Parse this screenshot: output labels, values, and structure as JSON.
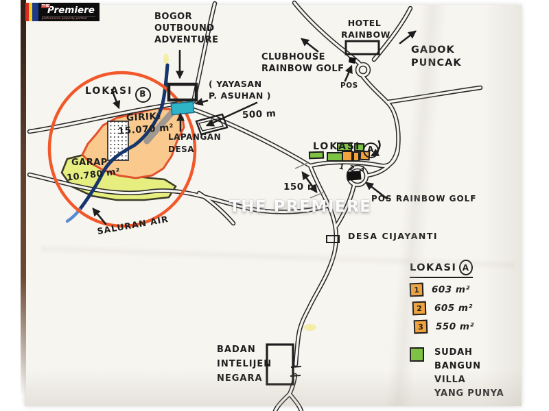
{
  "colors": {
    "paper": "#f7f5f0",
    "ink": "#1e1e1e",
    "road-ink": "#2a2a2a",
    "circle-orange": "#f1582a",
    "girik-fill": "#f9c98e",
    "girik-edge": "#e2512b",
    "garap-fill": "#e6ee80",
    "water-blue": "#16356b",
    "water-light": "#5b8ccf",
    "teal": "#2fb3c7",
    "plot-green": "#7dc243",
    "plot-orange": "#f0a23c",
    "gray-road": "#8f8f8f"
  },
  "logo": {
    "prefix": "THE",
    "name": "Premiere",
    "tagline": "professional property partner"
  },
  "watermark": "THE PREMIERE",
  "labels": {
    "bogor": "BOGOR\nOUTBOUND\nADVENTURE",
    "yayasan": "( YAYASAN\nP. ASUHAN )",
    "dist500": "500 m",
    "clubhouse": "CLUBHOUSE\nRAINBOW GOLF",
    "hotel": "HOTEL\nRAINBOW",
    "gadok": "GADOK\nPUNCAK",
    "pos": "POS",
    "lokasi_b": "LOKASI",
    "lokasi_b_letter": "B",
    "girik": "GIRIK₂",
    "girik_area": "15.070 m²",
    "garap": "GARAP",
    "garap_area": "10.780 m²",
    "saluran": "SALURAN AIR",
    "lapangan": "LAPANGAN\nDESA",
    "dist150": "150 m",
    "lokasi_a": "LOKASI",
    "lokasi_a_letter": "A",
    "plots": [
      "1",
      "2",
      "3"
    ],
    "pos_rainbow": "POS RAINBOW GOLF",
    "desa": "DESA CIJAYANTI",
    "bin": "BADAN\nINTELIJEN\nNEGARA"
  },
  "legend": {
    "title": "LOKASI",
    "title_letter": "A",
    "items": [
      {
        "num": "1",
        "area": "603 m²"
      },
      {
        "num": "2",
        "area": "605 m²"
      },
      {
        "num": "3",
        "area": "550 m²"
      }
    ],
    "green_note": "SUDAH\nBANGUN\nVILLA\nYANG PUNYA"
  }
}
